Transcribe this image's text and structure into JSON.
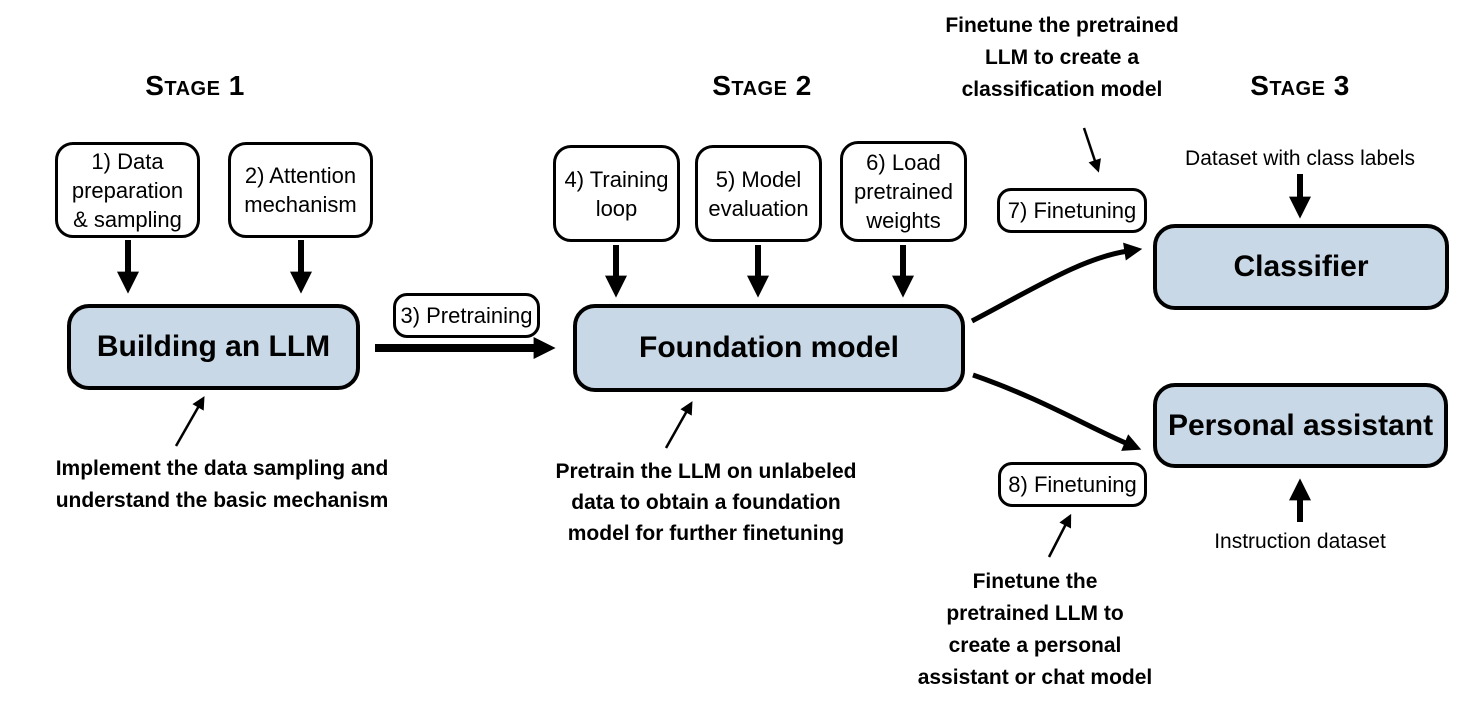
{
  "colors": {
    "node_fill": "#c9d8e6",
    "stroke": "#000000",
    "background": "#ffffff"
  },
  "stages": [
    {
      "label": "Stage 1"
    },
    {
      "label": "Stage 2"
    },
    {
      "label": "Stage 3"
    }
  ],
  "step_boxes": [
    {
      "label": "1) Data\npreparation\n& sampling"
    },
    {
      "label": "2) Attention\nmechanism"
    },
    {
      "label": "3) Pretraining"
    },
    {
      "label": "4) Training\nloop"
    },
    {
      "label": "5) Model\nevaluation"
    },
    {
      "label": "6) Load\npretrained\nweights"
    },
    {
      "label": "7) Finetuning"
    },
    {
      "label": "8) Finetuning"
    }
  ],
  "main_nodes": [
    {
      "label": "Building an LLM"
    },
    {
      "label": "Foundation model"
    },
    {
      "label": "Classifier"
    },
    {
      "label": "Personal assistant"
    }
  ],
  "annotations": [
    {
      "text": "Implement the data sampling and\nunderstand the basic mechanism"
    },
    {
      "text": "Pretrain the LLM on unlabeled\ndata to obtain a foundation\nmodel for further finetuning"
    },
    {
      "text": "Finetune the pretrained\nLLM to create a\nclassification model"
    },
    {
      "text": "Finetune the\npretrained LLM to\ncreate a personal\nassistant or chat model"
    }
  ],
  "io_labels": [
    {
      "text": "Dataset with class labels"
    },
    {
      "text": "Instruction dataset"
    }
  ]
}
